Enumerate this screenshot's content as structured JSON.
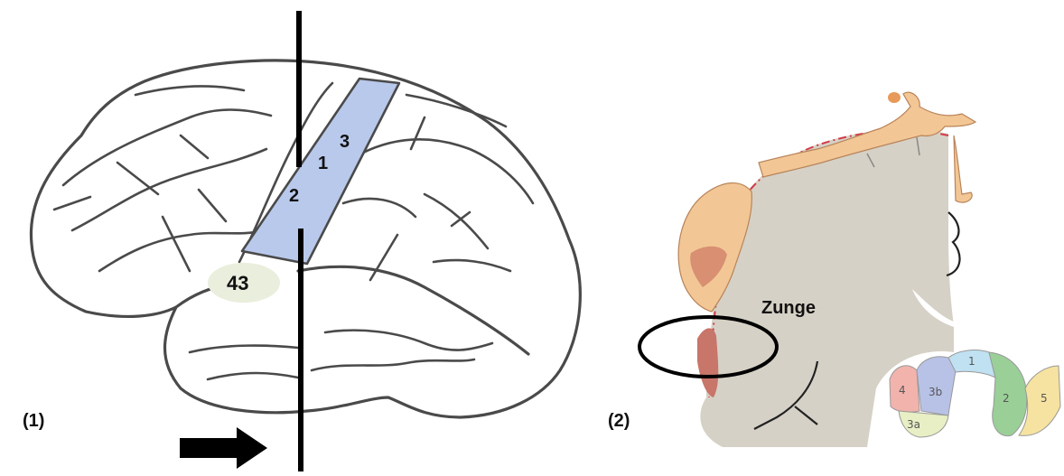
{
  "colors": {
    "postcentral_band": "#b9c9ec",
    "area_43": "#e9eedd",
    "cortex_gray": "#d6d1c6",
    "skin": "#f2c795",
    "tongue": "#c8756a",
    "dashed_line": "#d33b46",
    "area_3a": "#e8efc4",
    "area_3b": "#b8c2e6",
    "area_1": "#bfe1f1",
    "area_2": "#9acf97",
    "area_4": "#f2b3ad",
    "area_5": "#f6e3a1"
  },
  "figure1": {
    "label": "(1)",
    "areas": {
      "area_3": "3",
      "area_1": "1",
      "area_2": "2",
      "area_43": "43"
    },
    "arrow_direction": "right"
  },
  "figure2": {
    "label": "(2)",
    "tongue_label": "Zunge",
    "inset_areas": {
      "a4": "4",
      "a3b": "3b",
      "a3a": "3a",
      "a1": "1",
      "a2": "2",
      "a5": "5"
    }
  }
}
